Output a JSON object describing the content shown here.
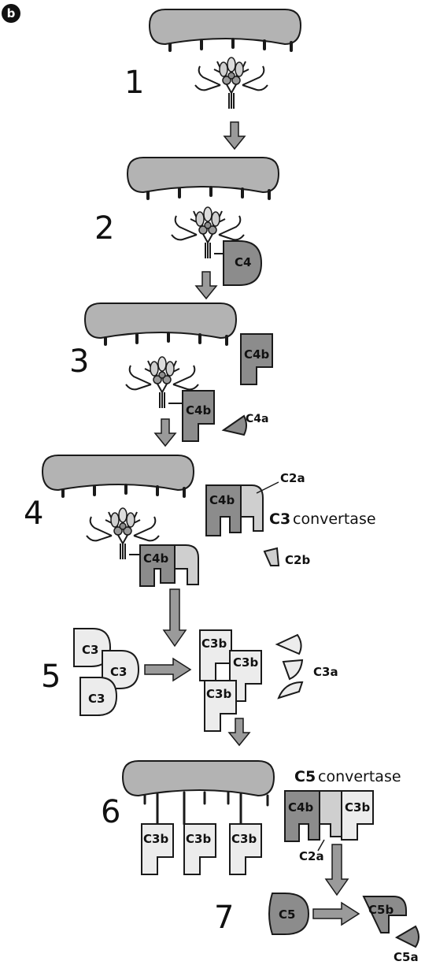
{
  "panel_label": "b",
  "steps": [
    "1",
    "2",
    "3",
    "4",
    "5",
    "6",
    "7"
  ],
  "labels": {
    "c4": "C4",
    "c4b": "C4b",
    "c4a": "C4a",
    "c2a": "C2a",
    "c2b": "C2b",
    "c3": "C3",
    "c3b": "C3b",
    "c3a": "C3a",
    "c5": "C5",
    "c5b": "C5b",
    "c5a": "C5a"
  },
  "c3_convertase": {
    "prefix": "C3",
    "word": "convertase"
  },
  "c5_convertase": {
    "prefix": "C5",
    "word": "convertase"
  },
  "colors": {
    "bacterium": "#b3b3b3",
    "dark_protein": "#8c8c8c",
    "mid_protein": "#cfcfcf",
    "light_protein": "#ececec",
    "arrow": "#9a9a9a",
    "outline": "#1a1a1a"
  }
}
